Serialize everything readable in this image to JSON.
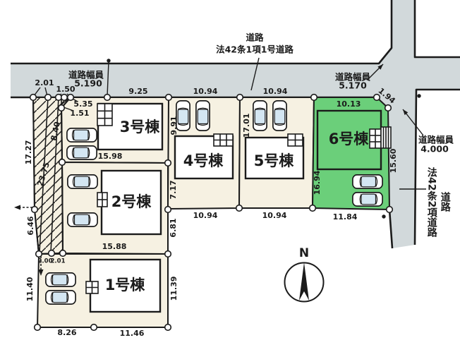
{
  "plan_title": "site-plan",
  "roads": {
    "top_road_name": "道路",
    "top_road_law": "法42条1項1号道路",
    "right_road_name": "道路",
    "right_road_law": "法42条2項道路",
    "width_label_left": "道路幅員",
    "width_left_value": "5.190",
    "width_label_mid": "道路幅員",
    "width_mid_value": "5.170",
    "width_label_right": "道路幅員",
    "width_right_value": "4.000"
  },
  "buildings": [
    {
      "label": "1号棟"
    },
    {
      "label": "2号棟"
    },
    {
      "label": "3号棟"
    },
    {
      "label": "4号棟"
    },
    {
      "label": "5号棟"
    },
    {
      "label": "6号棟",
      "highlighted": true
    }
  ],
  "dims": {
    "t2_01": "2.01",
    "t1_50": "1.50",
    "t5_35": "5.35",
    "t1_51": "1.51",
    "t9_25": "9.25",
    "t10_94a": "10.94",
    "t10_94b": "10.94",
    "t10_13": "10.13",
    "t1_94": "1.94",
    "m15_98": "15.98",
    "m15_88": "15.88",
    "b2_00": "2.00",
    "b2_01": "2.01",
    "b8_26": "8.26",
    "b11_46": "11.46",
    "b10_94c": "10.94",
    "b10_94d": "10.94",
    "b11_84": "11.84",
    "v17_27": "17.27",
    "v23_75": "23.75",
    "v8_40": "8.40",
    "v6_46": "6.46",
    "v11_40": "11.40",
    "v11_39": "11.39",
    "v9_91": "9.91",
    "v17_01": "17.01",
    "v7_17": "7.17",
    "v6_81": "6.81",
    "v16_94": "16.94",
    "v15_60": "15.60"
  },
  "compass": {
    "north_label": "N"
  },
  "colors": {
    "road": "#d2d9db",
    "lot": "#f6f1e2",
    "highlight_lot": "#6bcf7a",
    "line": "#1b1b1b",
    "car_glass": "#d4e6f2"
  }
}
